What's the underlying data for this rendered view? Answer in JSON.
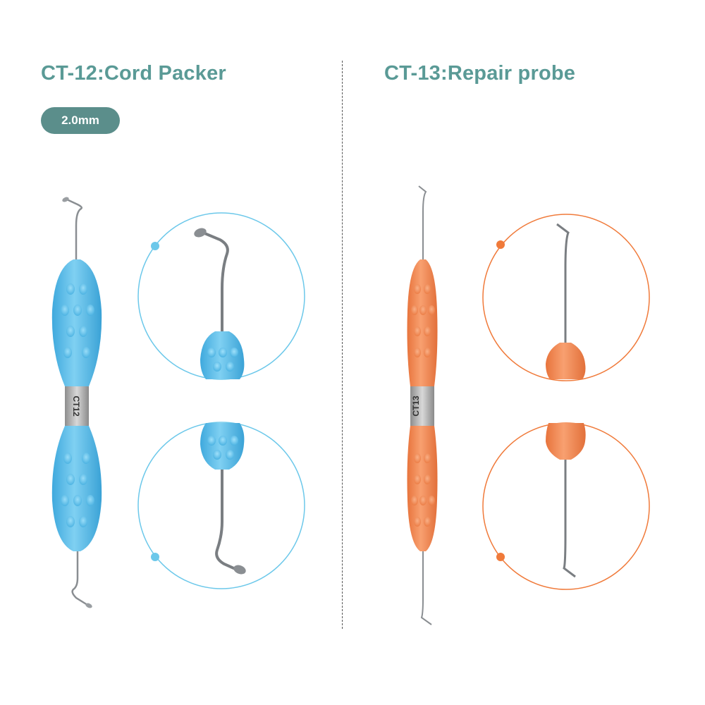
{
  "left_product": {
    "title": "CT-12:Cord Packer",
    "size_badge": "2.0mm",
    "band_label": "CT12",
    "handle_color": "#5bbbe8",
    "ring_color": "#6cc8ea"
  },
  "right_product": {
    "title": "CT-13:Repair probe",
    "band_label": "CT13",
    "handle_color": "#f08a54",
    "ring_color": "#f07a3a"
  },
  "colors": {
    "title": "#5a9a96",
    "badge": "#5b8e8b",
    "steel": "#8a8e92"
  }
}
